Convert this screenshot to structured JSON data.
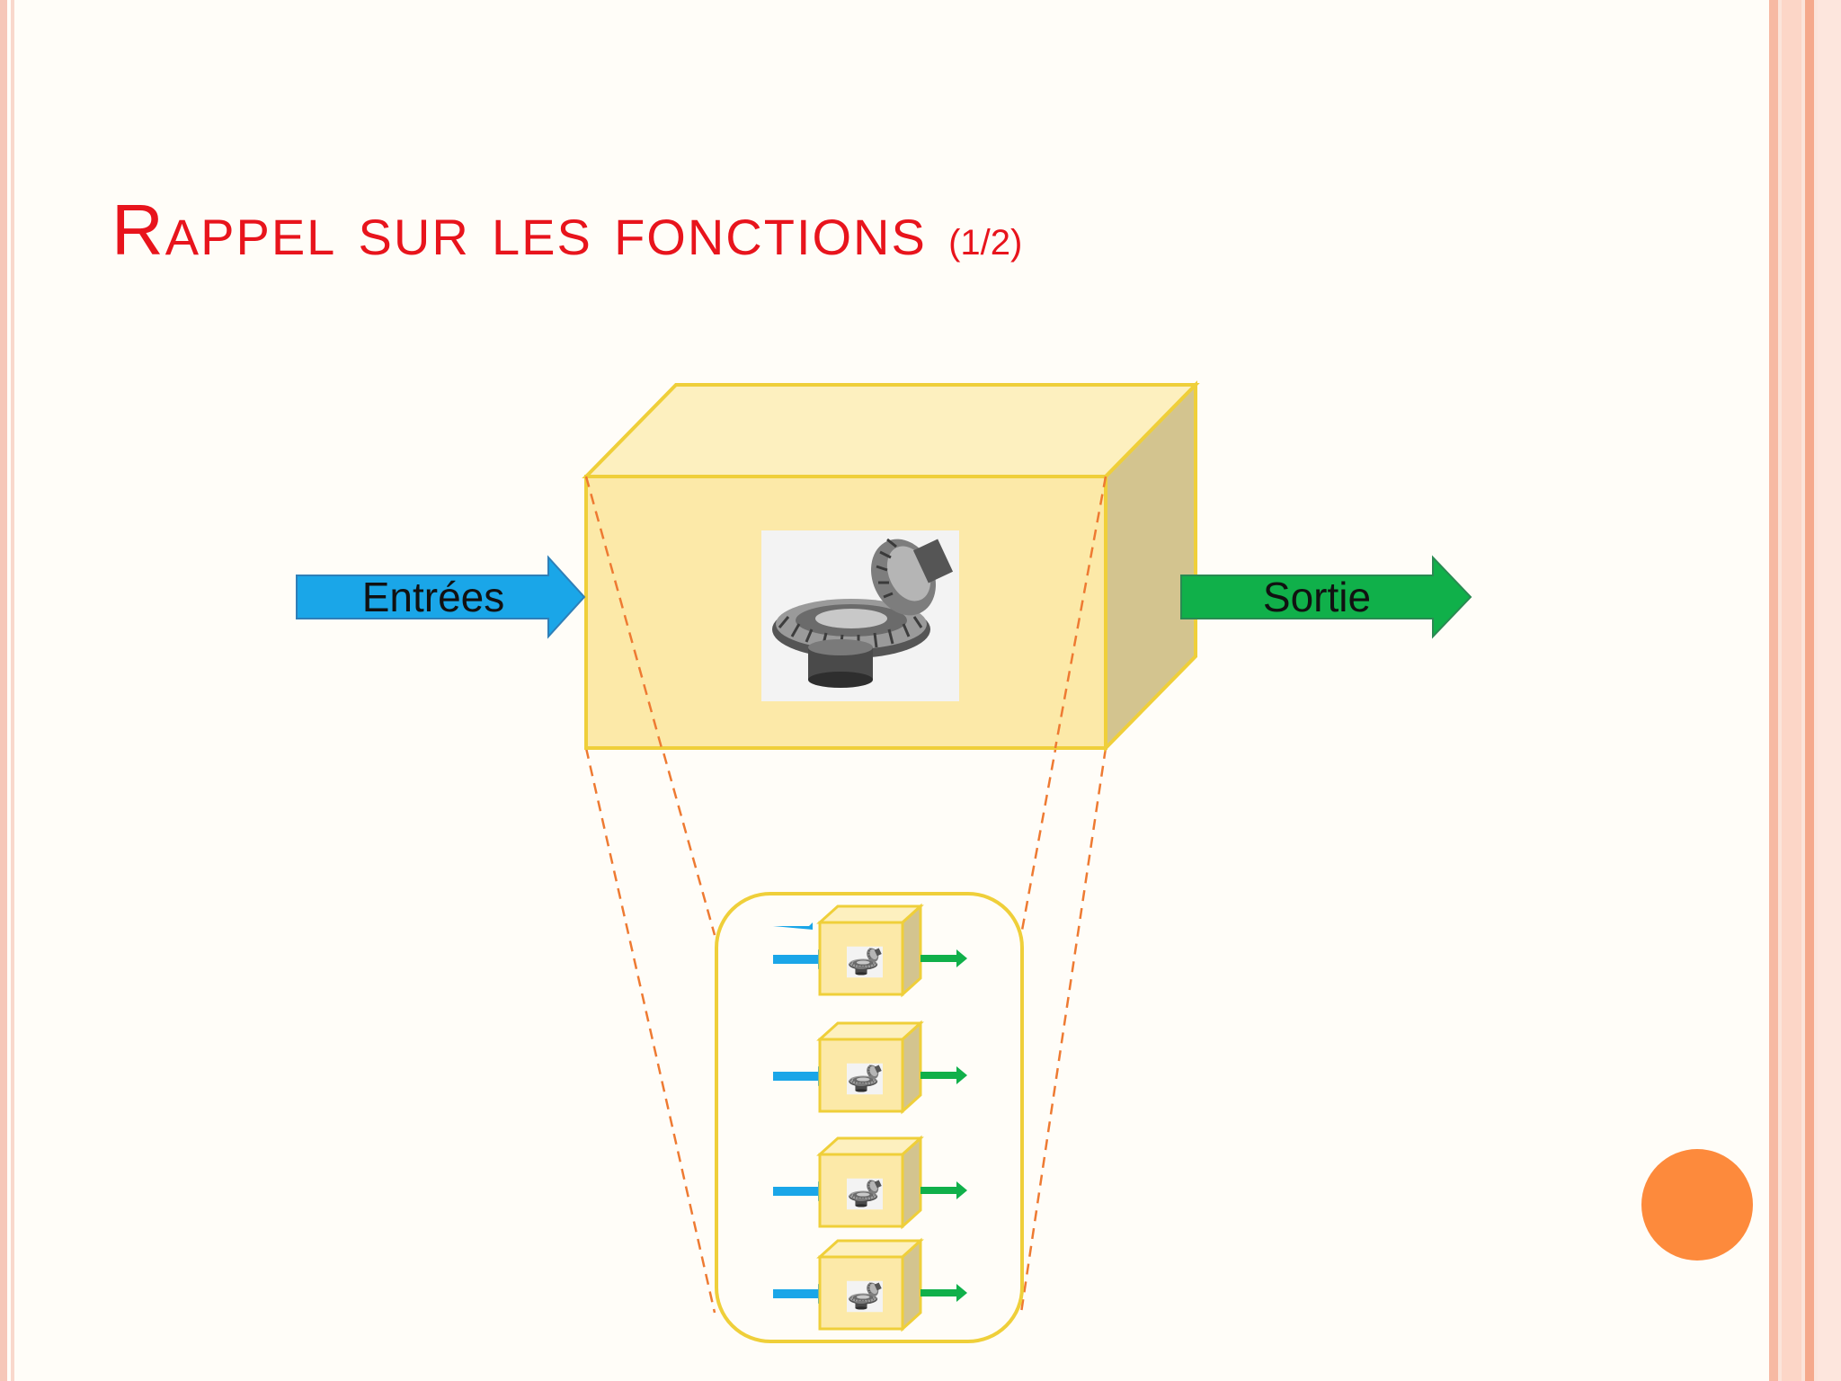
{
  "title": {
    "main": "Rappel sur les fonctions",
    "part": "(1/2)"
  },
  "diagram": {
    "input_label": "Entrées",
    "output_label": "Sortie",
    "sub_function_count": 4
  },
  "colors": {
    "title": "#e8141c",
    "box_front": "#fce9a8",
    "box_top": "#fdf0bf",
    "box_side": "#d3c48f",
    "box_border": "#efcf3a",
    "input_arrow": "#1aa6e8",
    "output_arrow": "#10b04a",
    "dashed_lines": "#ee7a32",
    "accent_dot": "#fd8a3c"
  },
  "icons": {
    "main_image": "bevel-gear-icon",
    "sub_image": "bevel-gear-icon"
  }
}
